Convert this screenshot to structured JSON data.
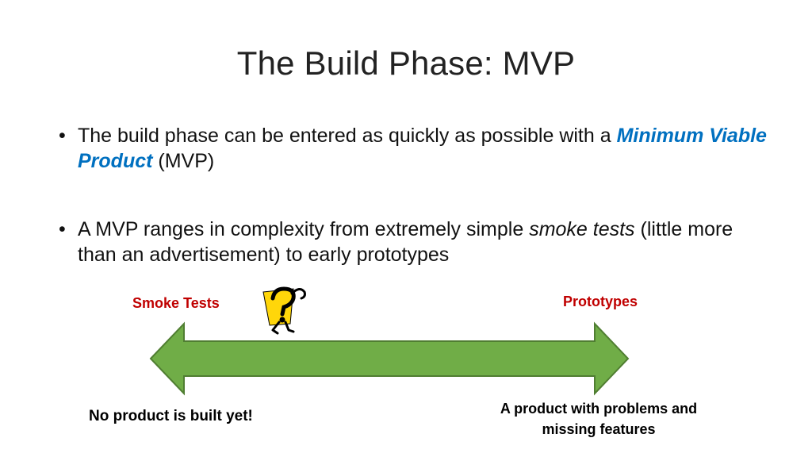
{
  "title": "The Build Phase: MVP",
  "bullets": [
    {
      "bullet": "•",
      "text_a": "The build phase can be entered as quickly as possible with a ",
      "emph": "Minimum Viable Product",
      "text_b": " (MVP)"
    },
    {
      "bullet": "•",
      "text_a": "A MVP ranges in complexity from extremely simple ",
      "emph": "smoke tests",
      "text_b": " (little more than an advertisement) to early prototypes"
    }
  ],
  "spectrum": {
    "left_label": "Smoke Tests",
    "right_label": "Prototypes",
    "left_caption": "No product is built yet!",
    "right_caption": "A product with problems and missing features",
    "arrow_color": "#70ad47",
    "arrow_border": "#507e32",
    "label_color": "#c00000",
    "figure_icon": "question-mark-figure-icon",
    "figure_glyph": "?"
  }
}
